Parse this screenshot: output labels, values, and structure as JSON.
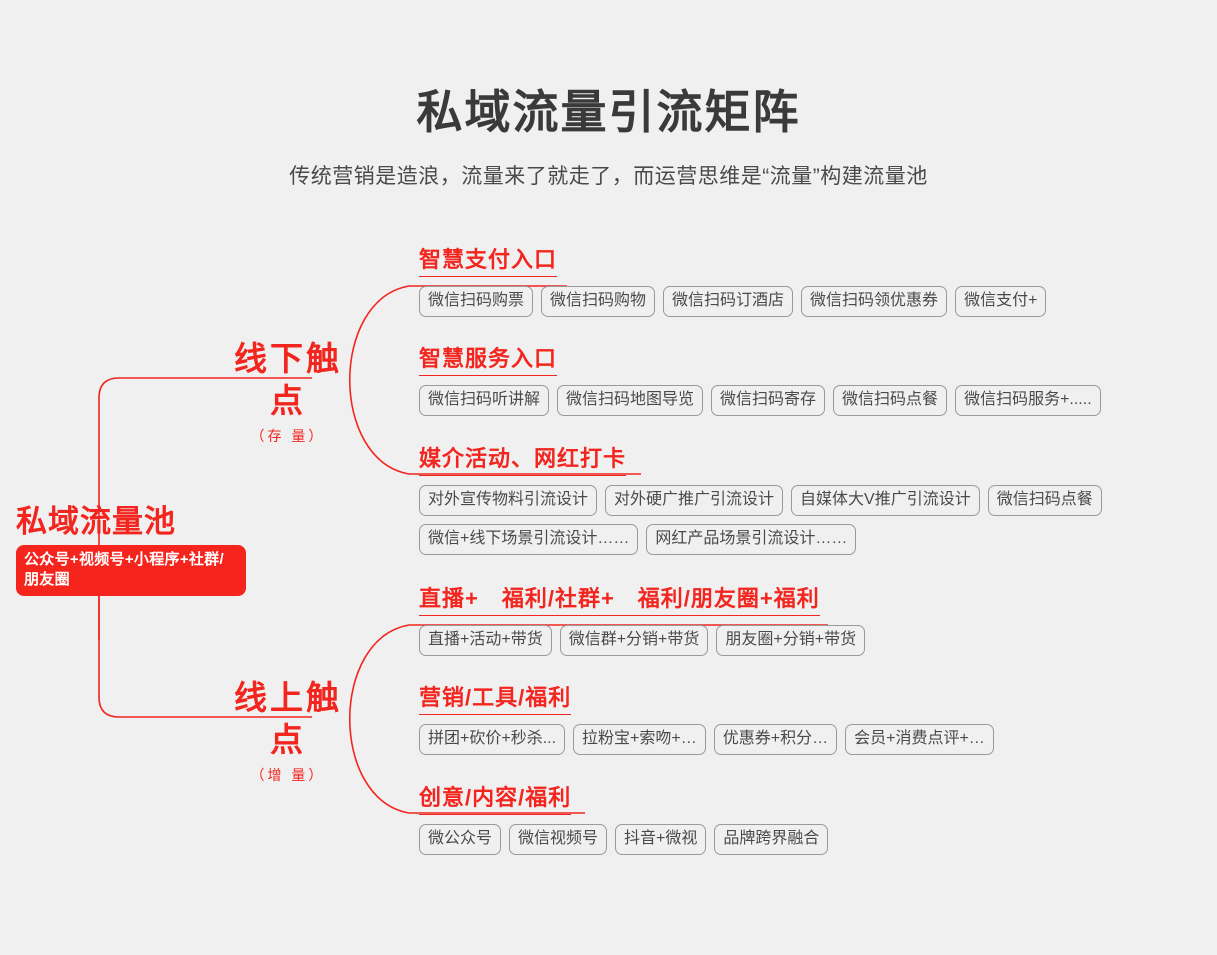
{
  "header": {
    "title": "私域流量引流矩阵",
    "subtitle": "传统营销是造浪，流量来了就走了，而运营思维是“流量”构建流量池"
  },
  "colors": {
    "background": "#f0f0f0",
    "accent_red": "#f3251f",
    "badge_red": "#f5241d",
    "title_gray": "#3a3a3a",
    "tag_border": "#9a9a9a",
    "tag_text": "#4a4a4a"
  },
  "root": {
    "title": "私域流量池",
    "badge": "公众号+视频号+小程序+社群/朋友圈"
  },
  "branches": [
    {
      "id": "offline",
      "title": "线下触点",
      "subtitle": "（存 量）"
    },
    {
      "id": "online",
      "title": "线上触点",
      "subtitle": "（增 量）"
    }
  ],
  "groups": [
    {
      "id": "pay",
      "branch": "offline",
      "heading": "智慧支付入口",
      "tags": [
        "微信扫码购票",
        "微信扫码购物",
        "微信扫码订酒店",
        "微信扫码领优惠券",
        "微信支付+"
      ]
    },
    {
      "id": "service",
      "branch": "offline",
      "heading": "智慧服务入口",
      "tags": [
        "微信扫码听讲解",
        "微信扫码地图导览",
        "微信扫码寄存",
        "微信扫码点餐",
        "微信扫码服务+....."
      ]
    },
    {
      "id": "media",
      "branch": "offline",
      "heading": "媒介活动、网红打卡",
      "tags": [
        "对外宣传物料引流设计",
        "对外硬广推广引流设计",
        "自媒体大V推广引流设计",
        "微信扫码点餐",
        "微信+线下场景引流设计……",
        "网红产品场景引流设计……"
      ]
    },
    {
      "id": "live",
      "branch": "online",
      "heading": "直播+　福利/社群+　福利/朋友圈+福利",
      "tags": [
        "直播+活动+带货",
        "微信群+分销+带货",
        "朋友圈+分销+带货"
      ]
    },
    {
      "id": "market",
      "branch": "online",
      "heading": "营销/工具/福利",
      "tags": [
        "拼团+砍价+秒杀...",
        "拉粉宝+索吻+…",
        "优惠券+积分…",
        "会员+消费点评+…"
      ]
    },
    {
      "id": "creative",
      "branch": "online",
      "heading": "创意/内容/福利",
      "tags": [
        "微公众号",
        "微信视频号",
        "抖音+微视",
        "品牌跨界融合"
      ]
    }
  ]
}
